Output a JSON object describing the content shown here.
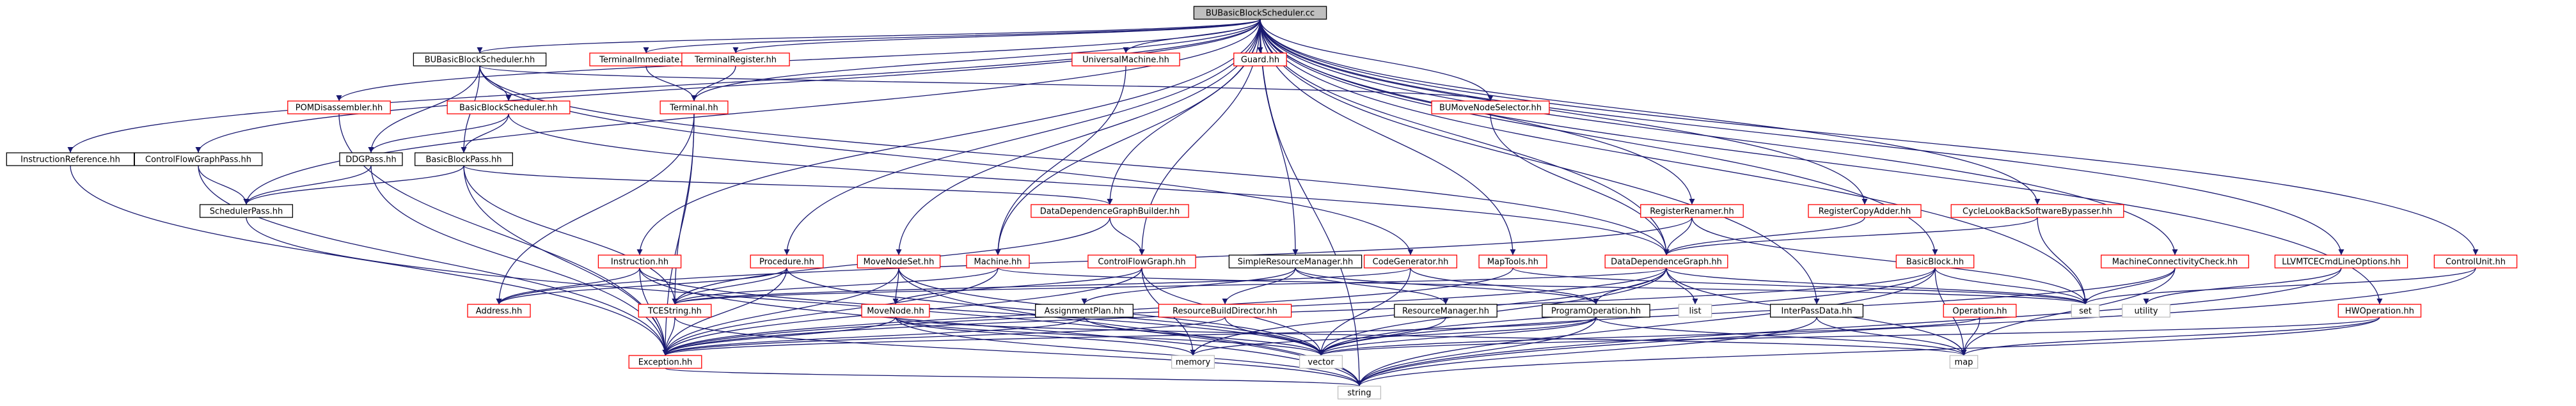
{
  "colors": {
    "edge": "#191970",
    "root_fill": "#bfbfbf",
    "root_border": "#000000",
    "local_border": "#000000",
    "external_border": "#bfbfbf",
    "missing_border": "#ff0000",
    "text": "#000000"
  },
  "nodes": [
    {
      "id": "root",
      "label": "BUBasicBlockScheduler.cc",
      "kind": "root"
    },
    {
      "id": "bubbs_hh",
      "label": "BUBasicBlockScheduler.hh",
      "kind": "local"
    },
    {
      "id": "term_imm",
      "label": "TerminalImmediate.hh",
      "kind": "missing"
    },
    {
      "id": "term_reg",
      "label": "TerminalRegister.hh",
      "kind": "missing"
    },
    {
      "id": "univ_machine",
      "label": "UniversalMachine.hh",
      "kind": "missing"
    },
    {
      "id": "guard",
      "label": "Guard.hh",
      "kind": "missing"
    },
    {
      "id": "pom_disasm",
      "label": "POMDisassembler.hh",
      "kind": "missing"
    },
    {
      "id": "terminal",
      "label": "Terminal.hh",
      "kind": "missing"
    },
    {
      "id": "bu_move_sel",
      "label": "BUMoveNodeSelector.hh",
      "kind": "missing"
    },
    {
      "id": "bbs_hh",
      "label": "BasicBlockScheduler.hh",
      "kind": "missing"
    },
    {
      "id": "instr_ref",
      "label": "InstructionReference.hh",
      "kind": "local"
    },
    {
      "id": "cfg_pass",
      "label": "ControlFlowGraphPass.hh",
      "kind": "local"
    },
    {
      "id": "ddg_pass",
      "label": "DDGPass.hh",
      "kind": "local"
    },
    {
      "id": "bb_pass",
      "label": "BasicBlockPass.hh",
      "kind": "local"
    },
    {
      "id": "sched_pass",
      "label": "SchedulerPass.hh",
      "kind": "local"
    },
    {
      "id": "ddg_builder",
      "label": "DataDependenceGraphBuilder.hh",
      "kind": "missing"
    },
    {
      "id": "reg_renamer",
      "label": "RegisterRenamer.hh",
      "kind": "missing"
    },
    {
      "id": "reg_copy_adder",
      "label": "RegisterCopyAdder.hh",
      "kind": "missing"
    },
    {
      "id": "cycle_lookback",
      "label": "CycleLookBackSoftwareBypasser.hh",
      "kind": "missing"
    },
    {
      "id": "instruction",
      "label": "Instruction.hh",
      "kind": "missing"
    },
    {
      "id": "procedure",
      "label": "Procedure.hh",
      "kind": "missing"
    },
    {
      "id": "move_node_set",
      "label": "MoveNodeSet.hh",
      "kind": "missing"
    },
    {
      "id": "machine",
      "label": "Machine.hh",
      "kind": "missing"
    },
    {
      "id": "cfg",
      "label": "ControlFlowGraph.hh",
      "kind": "missing"
    },
    {
      "id": "simple_rm",
      "label": "SimpleResourceManager.hh",
      "kind": "local"
    },
    {
      "id": "codegen",
      "label": "CodeGenerator.hh",
      "kind": "missing"
    },
    {
      "id": "map_tools",
      "label": "MapTools.hh",
      "kind": "missing"
    },
    {
      "id": "ddg",
      "label": "DataDependenceGraph.hh",
      "kind": "missing"
    },
    {
      "id": "basic_block",
      "label": "BasicBlock.hh",
      "kind": "missing"
    },
    {
      "id": "machine_conn",
      "label": "MachineConnectivityCheck.hh",
      "kind": "missing"
    },
    {
      "id": "llvm_opts",
      "label": "LLVMTCECmdLineOptions.hh",
      "kind": "missing"
    },
    {
      "id": "control_unit",
      "label": "ControlUnit.hh",
      "kind": "missing"
    },
    {
      "id": "address",
      "label": "Address.hh",
      "kind": "missing"
    },
    {
      "id": "tcestring",
      "label": "TCEString.hh",
      "kind": "missing"
    },
    {
      "id": "move_node",
      "label": "MoveNode.hh",
      "kind": "missing"
    },
    {
      "id": "assign_plan",
      "label": "AssignmentPlan.hh",
      "kind": "local"
    },
    {
      "id": "res_build_dir",
      "label": "ResourceBuildDirector.hh",
      "kind": "missing"
    },
    {
      "id": "res_manager",
      "label": "ResourceManager.hh",
      "kind": "local"
    },
    {
      "id": "prog_op",
      "label": "ProgramOperation.hh",
      "kind": "local"
    },
    {
      "id": "list",
      "label": "list",
      "kind": "external"
    },
    {
      "id": "interpass",
      "label": "InterPassData.hh",
      "kind": "local"
    },
    {
      "id": "operation",
      "label": "Operation.hh",
      "kind": "missing"
    },
    {
      "id": "set",
      "label": "set",
      "kind": "external"
    },
    {
      "id": "utility",
      "label": "utility",
      "kind": "external"
    },
    {
      "id": "hw_operation",
      "label": "HWOperation.hh",
      "kind": "missing"
    },
    {
      "id": "exception",
      "label": "Exception.hh",
      "kind": "missing"
    },
    {
      "id": "memory",
      "label": "memory",
      "kind": "external"
    },
    {
      "id": "vector",
      "label": "vector",
      "kind": "external"
    },
    {
      "id": "map",
      "label": "map",
      "kind": "external"
    },
    {
      "id": "string",
      "label": "string",
      "kind": "external"
    }
  ],
  "edges": [
    [
      "root",
      "bubbs_hh"
    ],
    [
      "root",
      "term_imm"
    ],
    [
      "root",
      "term_reg"
    ],
    [
      "root",
      "univ_machine"
    ],
    [
      "root",
      "guard"
    ],
    [
      "root",
      "pom_disasm"
    ],
    [
      "root",
      "terminal"
    ],
    [
      "root",
      "bu_move_sel"
    ],
    [
      "root",
      "instr_ref"
    ],
    [
      "root",
      "cfg_pass"
    ],
    [
      "root",
      "sched_pass"
    ],
    [
      "root",
      "ddg_builder"
    ],
    [
      "root",
      "reg_renamer"
    ],
    [
      "root",
      "reg_copy_adder"
    ],
    [
      "root",
      "cycle_lookback"
    ],
    [
      "root",
      "instruction"
    ],
    [
      "root",
      "procedure"
    ],
    [
      "root",
      "move_node_set"
    ],
    [
      "root",
      "machine"
    ],
    [
      "root",
      "cfg"
    ],
    [
      "root",
      "simple_rm"
    ],
    [
      "root",
      "map_tools"
    ],
    [
      "root",
      "ddg"
    ],
    [
      "root",
      "basic_block"
    ],
    [
      "root",
      "machine_conn"
    ],
    [
      "root",
      "llvm_opts"
    ],
    [
      "root",
      "control_unit"
    ],
    [
      "root",
      "hw_operation"
    ],
    [
      "root",
      "interpass"
    ],
    [
      "root",
      "set"
    ],
    [
      "root",
      "string"
    ],
    [
      "bubbs_hh",
      "bbs_hh"
    ],
    [
      "bubbs_hh",
      "ddg_pass"
    ],
    [
      "bubbs_hh",
      "bb_pass"
    ],
    [
      "bubbs_hh",
      "bu_move_sel"
    ],
    [
      "bubbs_hh",
      "ddg"
    ],
    [
      "bubbs_hh",
      "codegen"
    ],
    [
      "term_imm",
      "terminal"
    ],
    [
      "term_reg",
      "terminal"
    ],
    [
      "univ_machine",
      "machine"
    ],
    [
      "pom_disasm",
      "exception"
    ],
    [
      "terminal",
      "address"
    ],
    [
      "terminal",
      "tcestring"
    ],
    [
      "terminal",
      "exception"
    ],
    [
      "bu_move_sel",
      "ddg"
    ],
    [
      "bbs_hh",
      "ddg_pass"
    ],
    [
      "bbs_hh",
      "bb_pass"
    ],
    [
      "bbs_hh",
      "ddg"
    ],
    [
      "instr_ref",
      "exception"
    ],
    [
      "cfg_pass",
      "sched_pass"
    ],
    [
      "cfg_pass",
      "exception"
    ],
    [
      "ddg_pass",
      "sched_pass"
    ],
    [
      "ddg_pass",
      "exception"
    ],
    [
      "bb_pass",
      "sched_pass"
    ],
    [
      "bb_pass",
      "ddg_builder"
    ],
    [
      "bb_pass",
      "exception"
    ],
    [
      "bb_pass",
      "tcestring"
    ],
    [
      "sched_pass",
      "string"
    ],
    [
      "ddg_builder",
      "cfg"
    ],
    [
      "ddg_builder",
      "tcestring"
    ],
    [
      "reg_renamer",
      "ddg"
    ],
    [
      "reg_renamer",
      "set"
    ],
    [
      "reg_renamer",
      "address"
    ],
    [
      "reg_copy_adder",
      "ddg"
    ],
    [
      "cycle_lookback",
      "ddg"
    ],
    [
      "cycle_lookback",
      "set"
    ],
    [
      "instruction",
      "address"
    ],
    [
      "instruction",
      "exception"
    ],
    [
      "instruction",
      "vector"
    ],
    [
      "instruction",
      "string"
    ],
    [
      "procedure",
      "address"
    ],
    [
      "procedure",
      "tcestring"
    ],
    [
      "procedure",
      "exception"
    ],
    [
      "procedure",
      "vector"
    ],
    [
      "move_node_set",
      "move_node"
    ],
    [
      "move_node_set",
      "exception"
    ],
    [
      "move_node_set",
      "vector"
    ],
    [
      "move_node_set",
      "string"
    ],
    [
      "machine",
      "tcestring"
    ],
    [
      "machine",
      "exception"
    ],
    [
      "machine",
      "set"
    ],
    [
      "cfg",
      "move_node"
    ],
    [
      "cfg",
      "exception"
    ],
    [
      "cfg",
      "memory"
    ],
    [
      "cfg",
      "vector"
    ],
    [
      "simple_rm",
      "assign_plan"
    ],
    [
      "simple_rm",
      "res_build_dir"
    ],
    [
      "simple_rm",
      "res_manager"
    ],
    [
      "simple_rm",
      "prog_op"
    ],
    [
      "codegen",
      "prog_op"
    ],
    [
      "codegen",
      "tcestring"
    ],
    [
      "codegen",
      "vector"
    ],
    [
      "map_tools",
      "set"
    ],
    [
      "map_tools",
      "exception"
    ],
    [
      "ddg",
      "prog_op"
    ],
    [
      "ddg",
      "tcestring"
    ],
    [
      "ddg",
      "list"
    ],
    [
      "ddg",
      "set"
    ],
    [
      "ddg",
      "map"
    ],
    [
      "ddg",
      "exception"
    ],
    [
      "ddg",
      "memory"
    ],
    [
      "ddg",
      "vector"
    ],
    [
      "basic_block",
      "vector"
    ],
    [
      "basic_block",
      "map"
    ],
    [
      "basic_block",
      "set"
    ],
    [
      "basic_block",
      "exception"
    ],
    [
      "basic_block",
      "string"
    ],
    [
      "machine_conn",
      "set"
    ],
    [
      "machine_conn",
      "map"
    ],
    [
      "machine_conn",
      "vector"
    ],
    [
      "llvm_opts",
      "utility"
    ],
    [
      "llvm_opts",
      "string"
    ],
    [
      "control_unit",
      "set"
    ],
    [
      "control_unit",
      "string"
    ],
    [
      "hw_operation",
      "map"
    ],
    [
      "hw_operation",
      "vector"
    ],
    [
      "hw_operation",
      "string"
    ],
    [
      "move_node",
      "exception"
    ],
    [
      "move_node",
      "memory"
    ],
    [
      "move_node",
      "vector"
    ],
    [
      "move_node",
      "map"
    ],
    [
      "move_node",
      "string"
    ],
    [
      "assign_plan",
      "vector"
    ],
    [
      "assign_plan",
      "exception"
    ],
    [
      "res_build_dir",
      "vector"
    ],
    [
      "res_build_dir",
      "exception"
    ],
    [
      "res_manager",
      "vector"
    ],
    [
      "prog_op",
      "memory"
    ],
    [
      "prog_op",
      "vector"
    ],
    [
      "prog_op",
      "map"
    ],
    [
      "prog_op",
      "string"
    ],
    [
      "prog_op",
      "exception"
    ],
    [
      "interpass",
      "map"
    ],
    [
      "interpass",
      "string"
    ],
    [
      "operation",
      "map"
    ],
    [
      "operation",
      "vector"
    ],
    [
      "tcestring",
      "exception"
    ],
    [
      "tcestring",
      "string"
    ],
    [
      "exception",
      "string"
    ]
  ]
}
